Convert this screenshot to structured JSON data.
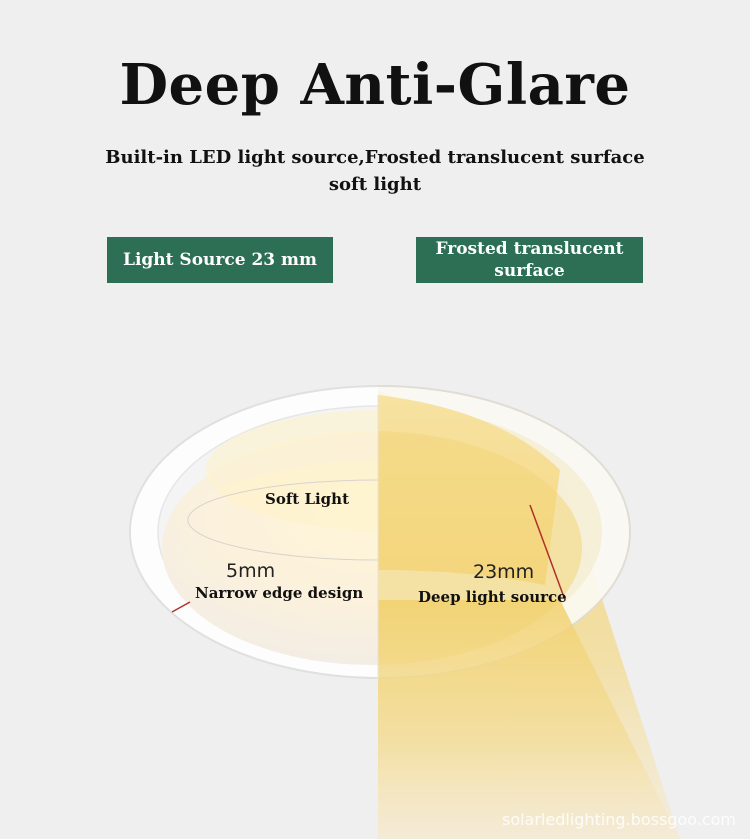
{
  "header": {
    "title": "Deep Anti-Glare",
    "subtitle_line1": "Built-in LED light source,Frosted translucent surface",
    "subtitle_line2": "soft light"
  },
  "badges": {
    "left": "Light Source   23 mm",
    "right": "Frosted translucent surface"
  },
  "annotations": {
    "soft_light": "Soft Light",
    "left_measure": "5mm",
    "left_caption": "Narrow edge design",
    "right_measure": "23mm",
    "right_caption": "Deep light source"
  },
  "watermark": "solarledlighting.bossgoo.com",
  "colors": {
    "background": "#efefef",
    "badge": "#2d6f55",
    "warm_light": "#f3d67a",
    "marker_line": "#b2302a"
  }
}
